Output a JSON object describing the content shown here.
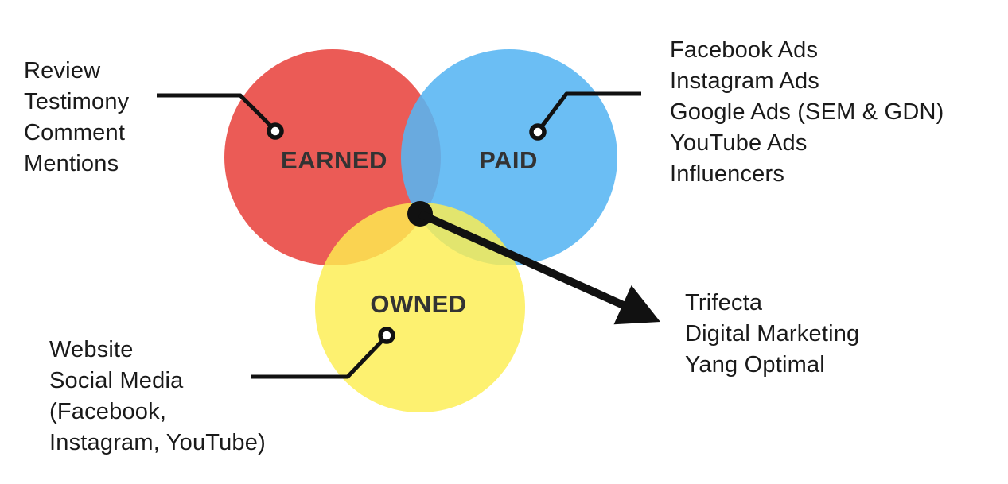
{
  "diagram": {
    "type": "venn",
    "background": "#ffffff",
    "ink_color": "#111111",
    "label_color": "#333333",
    "circles": [
      {
        "id": "earned",
        "label": "EARNED",
        "color": "#e83e38"
      },
      {
        "id": "paid",
        "label": "PAID",
        "color": "#56b5f3"
      },
      {
        "id": "owned",
        "label": "OWNED",
        "color": "#fcee50"
      }
    ],
    "callouts": {
      "earned": {
        "lines": [
          "Review",
          "Testimony",
          "Comment",
          "Mentions"
        ]
      },
      "paid": {
        "lines": [
          "Facebook Ads",
          "Instagram Ads",
          "Google Ads (SEM & GDN)",
          "YouTube Ads",
          "Influencers"
        ]
      },
      "owned": {
        "lines": [
          "Website",
          "Social Media",
          "(Facebook,",
          "Instagram, YouTube)"
        ]
      },
      "trifecta": {
        "lines": [
          "Trifecta",
          "Digital Marketing",
          "Yang Optimal"
        ]
      }
    }
  }
}
